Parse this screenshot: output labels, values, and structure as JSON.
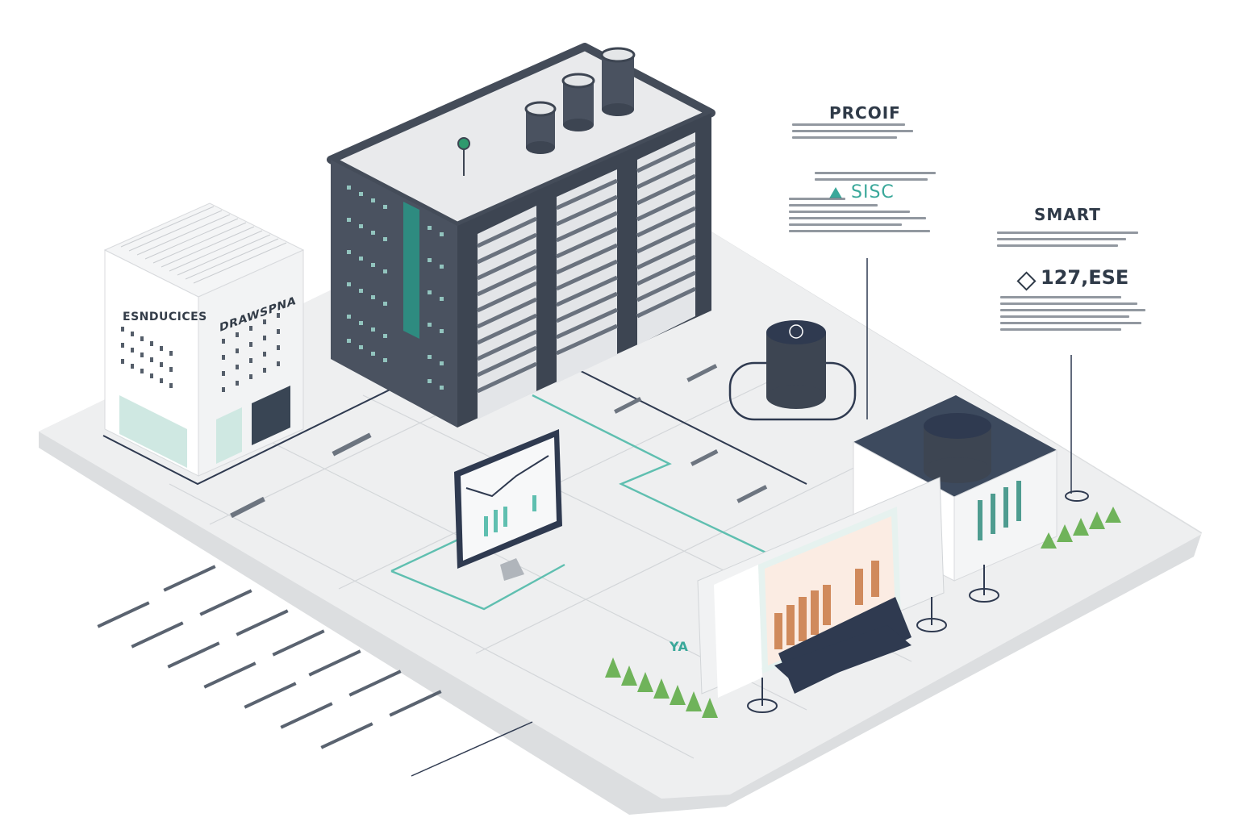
{
  "labels": {
    "proc_title": "PRCOIF",
    "sisc": "SISC",
    "smart_title": "SMART",
    "smart_value": "127,ESE",
    "building_left": "ESNDUCICES",
    "building_left_side": "DRAWSPNA",
    "display_sign": "YA"
  },
  "icons": [
    "teal-triangle-icon",
    "diamond-outline-icon",
    "map-pin-icon",
    "clock-icon"
  ],
  "colors": {
    "dark_frame": "#424a57",
    "teal": "#3aa89a",
    "navy": "#2f3a50",
    "floor": "#ebeced"
  }
}
